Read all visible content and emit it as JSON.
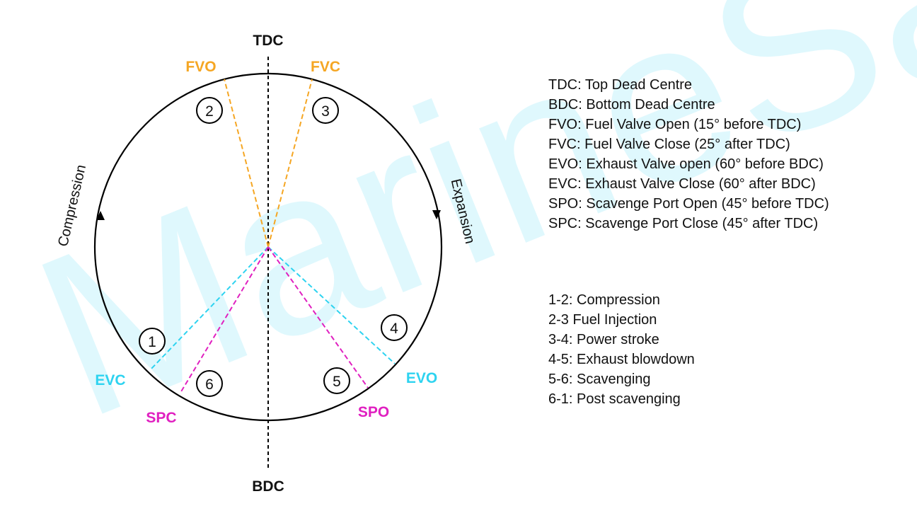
{
  "watermark": "MarineSamrai",
  "diagram": {
    "top_label": "TDC",
    "bottom_label": "BDC",
    "left_arc_label": "Compression",
    "right_arc_label": "Expansion",
    "events": [
      {
        "id": "fvo",
        "label": "FVO",
        "color": "#f5a623"
      },
      {
        "id": "fvc",
        "label": "FVC",
        "color": "#f5a623"
      },
      {
        "id": "evo",
        "label": "EVO",
        "color": "#2ed3f0"
      },
      {
        "id": "evc",
        "label": "EVC",
        "color": "#2ed3f0"
      },
      {
        "id": "spo",
        "label": "SPO",
        "color": "#e020c0"
      },
      {
        "id": "spc",
        "label": "SPC",
        "color": "#e020c0"
      }
    ],
    "points": [
      "1",
      "2",
      "3",
      "4",
      "5",
      "6"
    ]
  },
  "legend_abbreviations": [
    "TDC: Top Dead Centre",
    "BDC: Bottom Dead Centre",
    "FVO: Fuel Valve Open (15° before TDC)",
    "FVC: Fuel Valve Close (25° after TDC)",
    "EVO: Exhaust Valve open (60° before BDC)",
    "EVC: Exhaust Valve Close (60° after BDC)",
    "SPO: Scavenge Port Open (45° before TDC)",
    "SPC: Scavenge Port Close (45° after TDC)"
  ],
  "legend_phases": [
    "1-2: Compression",
    "2-3 Fuel Injection",
    "3-4: Power stroke",
    "4-5: Exhaust blowdown",
    "5-6: Scavenging",
    "6-1: Post scavenging"
  ]
}
